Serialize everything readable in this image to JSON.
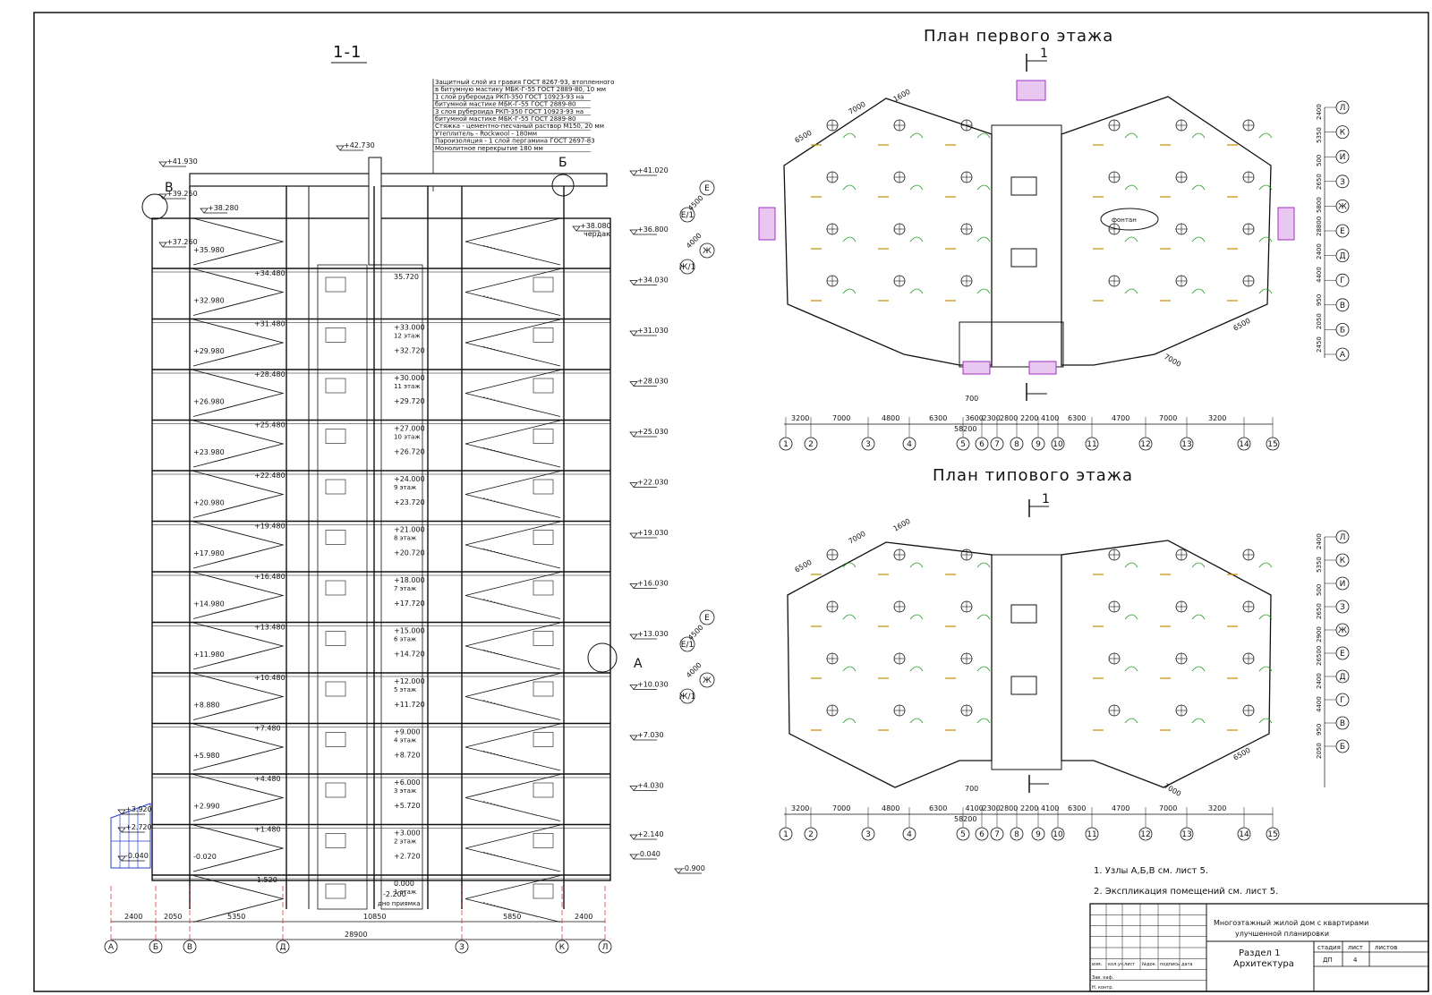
{
  "section": {
    "title": "1-1",
    "roof_layers": [
      "Защитный слой из гравия ГОСТ 8267-93, втопленного",
      "в битумную мастику МБК-Г-55 ГОСТ 2889-80, 10 мм",
      "1 слой рубероида РКП-350 ГОСТ 10923-93 на",
      "битумной мастике МБК-Г-55 ГОСТ 2889-80",
      "3 слоя рубероида РКП-350 ГОСТ 10923-93 на",
      "битумной мастике МБК-Г-55 ГОСТ 2889-80",
      "Стяжка - цементно-песчаный раствор М150, 20 мм",
      "Утеплитель - Rockwool - 180мм",
      "Пароизоляция - 1 слой пергамина ГОСТ 2697-83",
      "Монолитное перекрытие 180 мм"
    ],
    "left_marks": [
      "+41.930",
      "+39.250",
      "+37.260",
      "+3.920",
      "+2.720",
      "-0.040"
    ],
    "top_marks": [
      "+42.730",
      "+38.280",
      "+41.020",
      "+38.080"
    ],
    "attic": "чердак",
    "stair_marks_left": [
      "+35.980",
      "+32.980",
      "+29.980",
      "+26.980",
      "+23.980",
      "+20.980",
      "+17.980",
      "+14.980",
      "+11.980",
      "+8.880",
      "+5.980",
      "+2.990",
      "-0.020"
    ],
    "stair_marks_mid": [
      "+34.480",
      "+31.480",
      "+28.480",
      "+25.480",
      "+22.480",
      "+19.480",
      "+16.480",
      "+13.480",
      "+10.480",
      "+7.480",
      "+4.480",
      "+1.480",
      "-1.520"
    ],
    "floor_marks": [
      {
        "top": "35.720",
        "label": "",
        "bottom": ""
      },
      {
        "top": "+33.000",
        "label": "12 этаж",
        "bottom": "+32.720"
      },
      {
        "top": "+30.000",
        "label": "11 этаж",
        "bottom": "+29.720"
      },
      {
        "top": "+27.000",
        "label": "10 этаж",
        "bottom": "+26.720"
      },
      {
        "top": "+24.000",
        "label": "9 этаж",
        "bottom": "+23.720"
      },
      {
        "top": "+21.000",
        "label": "8 этаж",
        "bottom": "+20.720"
      },
      {
        "top": "+18.000",
        "label": "7 этаж",
        "bottom": "+17.720"
      },
      {
        "top": "+15.000",
        "label": "6 этаж",
        "bottom": "+14.720"
      },
      {
        "top": "+12.000",
        "label": "5 этаж",
        "bottom": "+11.720"
      },
      {
        "top": "+9.000",
        "label": "4 этаж",
        "bottom": "+8.720"
      },
      {
        "top": "+6.000",
        "label": "3 этаж",
        "bottom": "+5.720"
      },
      {
        "top": "+3.000",
        "label": "2 этаж",
        "bottom": "+2.720"
      },
      {
        "top": "0.000",
        "label": "1 этаж",
        "bottom": ""
      }
    ],
    "right_marks": [
      "+36.800",
      "+34.030",
      "+31.030",
      "+28.030",
      "+25.030",
      "+22.030",
      "+19.030",
      "+16.030",
      "+13.030",
      "+10.030",
      "+7.030",
      "+4.030",
      "+2.140",
      "-0.040",
      "-0.900"
    ],
    "pit": [
      "-2.200",
      "дно приямка"
    ],
    "dims": [
      "2400",
      "2050",
      "5350",
      "10850",
      "5850",
      "2400"
    ],
    "total": "28900",
    "axes": [
      "А",
      "Б",
      "В",
      "Д",
      "З",
      "К",
      "Л"
    ],
    "nodes": [
      "В",
      "Б",
      "А"
    ],
    "side_dims": [
      "4500",
      "4000"
    ],
    "side_axes": [
      "Е",
      "Е/1",
      "Ж",
      "Ж/1"
    ]
  },
  "plan1": {
    "title": "План первого этажа",
    "fountain": "фонтан",
    "cut": "1",
    "top_dims": [
      "3200",
      "7000",
      "4800",
      "6300",
      "3600",
      "2300",
      "2800",
      "2200",
      "4100",
      "6300",
      "4700",
      "7000",
      "3200"
    ],
    "extra_dims": [
      "700",
      "58200"
    ],
    "axes": [
      "1",
      "2",
      "3",
      "4",
      "5",
      "6",
      "7",
      "8",
      "9",
      "10",
      "11",
      "12",
      "13",
      "14",
      "15"
    ],
    "right_axes": [
      "Л",
      "К",
      "И",
      "З",
      "Ж",
      "Е",
      "Д",
      "Г",
      "В",
      "Б",
      "А"
    ],
    "right_dims": [
      "2400",
      "5350",
      "500",
      "2650",
      "5800",
      "28800",
      "2400",
      "4400",
      "950",
      "2050",
      "2450"
    ],
    "diag_dims": [
      "7000",
      "6500",
      "1600",
      "4500",
      "4000"
    ]
  },
  "plan2": {
    "title": "План типового этажа",
    "cut": "1",
    "top_dims": [
      "3200",
      "7000",
      "4800",
      "6300",
      "4100",
      "2300",
      "2800",
      "2200",
      "4100",
      "6300",
      "4700",
      "7000",
      "3200"
    ],
    "extra_dims": [
      "700",
      "58200"
    ],
    "axes": [
      "1",
      "2",
      "3",
      "4",
      "5",
      "6",
      "7",
      "8",
      "9",
      "10",
      "11",
      "12",
      "13",
      "14",
      "15"
    ],
    "right_axes": [
      "Л",
      "К",
      "И",
      "З",
      "Ж",
      "Е",
      "Д",
      "Г",
      "В",
      "Б"
    ],
    "right_dims": [
      "2400",
      "5350",
      "500",
      "2650",
      "2900",
      "26500",
      "2400",
      "4400",
      "950",
      "2050"
    ],
    "diag_dims": [
      "7000",
      "6500",
      "1600",
      "4500",
      "4000"
    ]
  },
  "notes": [
    "1. Узлы А,Б,В см. лист 5.",
    "2. Экспликация помещений см. лист 5."
  ],
  "title_block": {
    "project": "Многоэтажный жилой дом с квартирами улучшенной планировки",
    "section": "Раздел 1",
    "discipline": "Архитектура",
    "stage_hdr": "стадия",
    "sheet_hdr": "лист",
    "sheets_hdr": "листов",
    "stage": "ДП",
    "sheet": "4",
    "cols": [
      "изм.",
      "кол.уч.",
      "лист",
      "№док.",
      "подпись",
      "дата"
    ],
    "rows": [
      "Зав. каф.",
      "Н. контр."
    ]
  }
}
